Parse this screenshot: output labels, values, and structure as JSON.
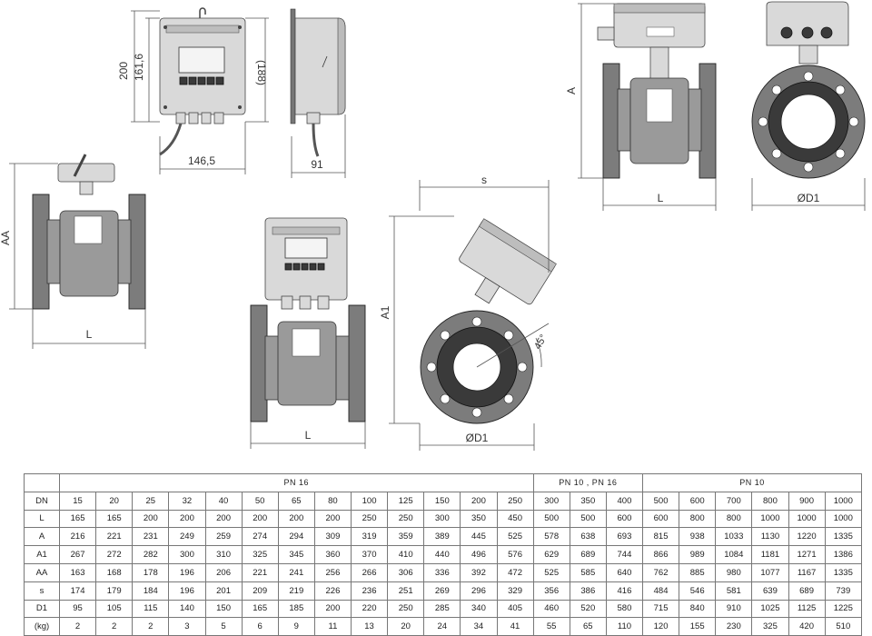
{
  "dimension_labels": {
    "dim_200": "200",
    "dim_161_6": "161,6",
    "dim_188": "(188)",
    "dim_146_5": "146,5",
    "dim_91": "91",
    "dim_A": "A",
    "dim_L_top": "L",
    "dim_D1_top": "ØD1",
    "dim_AA": "AA",
    "dim_L_left": "L",
    "dim_L_center": "L",
    "dim_s": "s",
    "dim_A1": "A1",
    "dim_45": "45°",
    "dim_D1_bottom": "ØD1"
  },
  "table": {
    "groups": [
      {
        "label": "PN 16",
        "span": 13
      },
      {
        "label": "PN 10 , PN 16",
        "span": 3
      },
      {
        "label": "PN 10",
        "span": 6
      }
    ],
    "rows": [
      {
        "label": "DN",
        "values": [
          "15",
          "20",
          "25",
          "32",
          "40",
          "50",
          "65",
          "80",
          "100",
          "125",
          "150",
          "200",
          "250",
          "300",
          "350",
          "400",
          "500",
          "600",
          "700",
          "800",
          "900",
          "1000"
        ]
      },
      {
        "label": "L",
        "values": [
          "165",
          "165",
          "200",
          "200",
          "200",
          "200",
          "200",
          "200",
          "250",
          "250",
          "300",
          "350",
          "450",
          "500",
          "500",
          "600",
          "600",
          "800",
          "800",
          "1000",
          "1000",
          "1000"
        ]
      },
      {
        "label": "A",
        "values": [
          "216",
          "221",
          "231",
          "249",
          "259",
          "274",
          "294",
          "309",
          "319",
          "359",
          "389",
          "445",
          "525",
          "578",
          "638",
          "693",
          "815",
          "938",
          "1033",
          "1130",
          "1220",
          "1335"
        ]
      },
      {
        "label": "A1",
        "values": [
          "267",
          "272",
          "282",
          "300",
          "310",
          "325",
          "345",
          "360",
          "370",
          "410",
          "440",
          "496",
          "576",
          "629",
          "689",
          "744",
          "866",
          "989",
          "1084",
          "1181",
          "1271",
          "1386"
        ]
      },
      {
        "label": "AA",
        "values": [
          "163",
          "168",
          "178",
          "196",
          "206",
          "221",
          "241",
          "256",
          "266",
          "306",
          "336",
          "392",
          "472",
          "525",
          "585",
          "640",
          "762",
          "885",
          "980",
          "1077",
          "1167",
          "1335"
        ]
      },
      {
        "label": "s",
        "values": [
          "174",
          "179",
          "184",
          "196",
          "201",
          "209",
          "219",
          "226",
          "236",
          "251",
          "269",
          "296",
          "329",
          "356",
          "386",
          "416",
          "484",
          "546",
          "581",
          "639",
          "689",
          "739"
        ]
      },
      {
        "label": "D1",
        "values": [
          "95",
          "105",
          "115",
          "140",
          "150",
          "165",
          "185",
          "200",
          "220",
          "250",
          "285",
          "340",
          "405",
          "460",
          "520",
          "580",
          "715",
          "840",
          "910",
          "1025",
          "1125",
          "1225"
        ]
      },
      {
        "label": "(kg)",
        "values": [
          "2",
          "2",
          "2",
          "3",
          "5",
          "6",
          "9",
          "11",
          "13",
          "20",
          "24",
          "34",
          "41",
          "55",
          "65",
          "110",
          "120",
          "155",
          "230",
          "325",
          "420",
          "510"
        ]
      }
    ]
  }
}
